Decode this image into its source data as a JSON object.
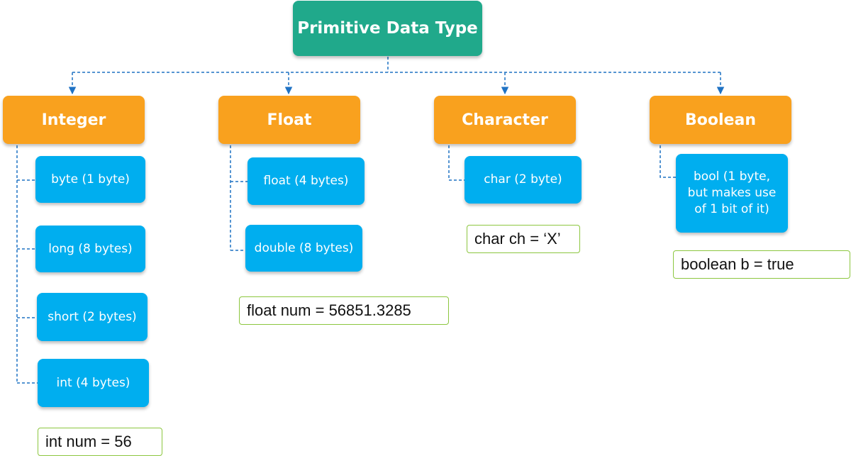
{
  "root": {
    "label": "Primitive Data Type"
  },
  "colors": {
    "root": "#20a98b",
    "category": "#f9a11e",
    "subtype": "#00aeef",
    "example_border": "#8cc63f",
    "connector": "#1f72c4"
  },
  "categories": [
    {
      "label": "Integer",
      "types": [
        "byte (1 byte)",
        "long (8 bytes)",
        "short (2 bytes)",
        "int (4 bytes)"
      ],
      "example": "int num = 56"
    },
    {
      "label": "Float",
      "types": [
        "float (4 bytes)",
        "double (8 bytes)"
      ],
      "example": "float num = 56851.3285"
    },
    {
      "label": "Character",
      "types": [
        "char (2 byte)"
      ],
      "example": "char ch = ‘X’"
    },
    {
      "label": "Boolean",
      "types": [
        "bool (1 byte, but makes use of 1 bit of it)"
      ],
      "example": "boolean b = true"
    }
  ]
}
